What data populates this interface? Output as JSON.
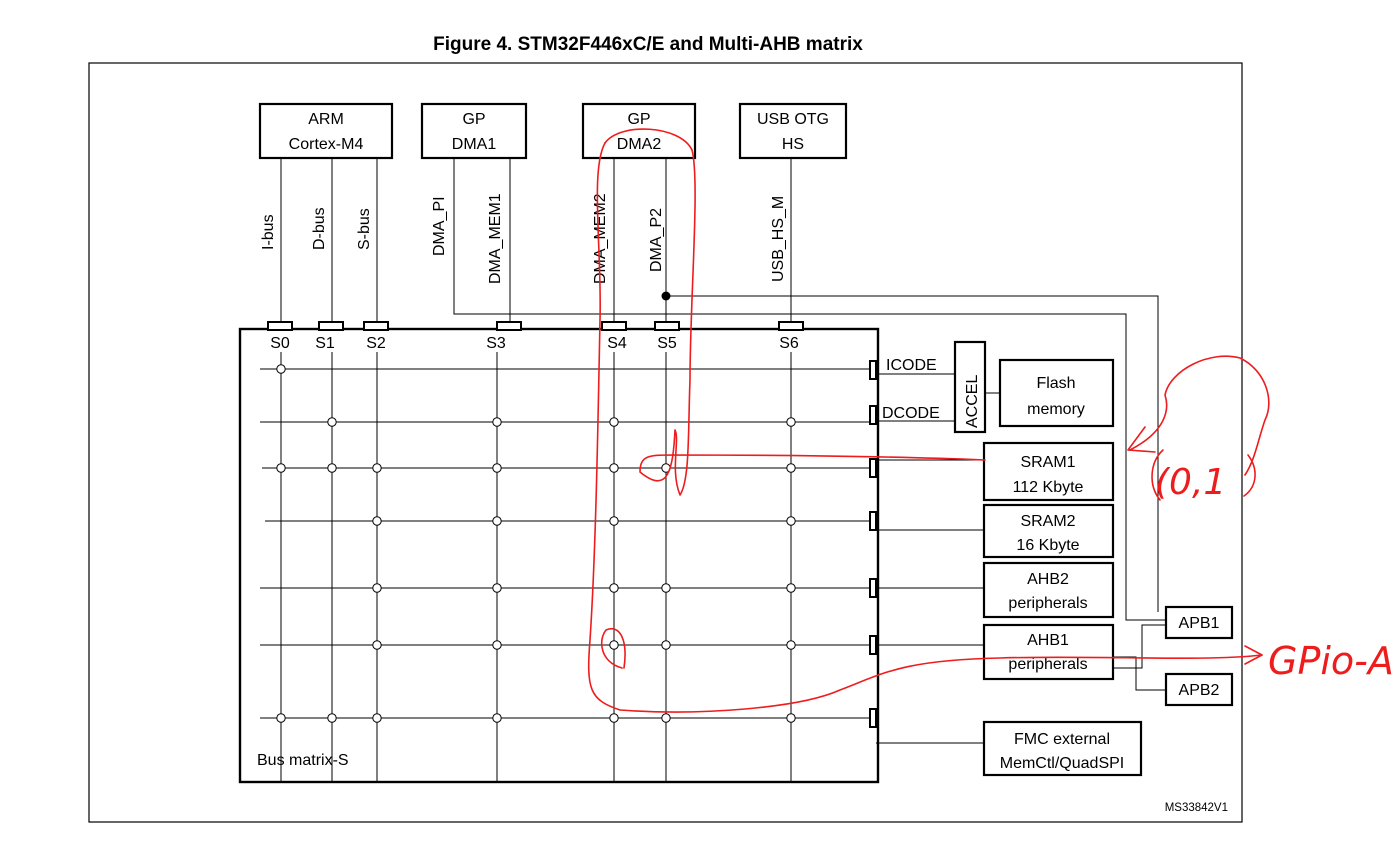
{
  "figure": {
    "title": "Figure 4. STM32F446xC/E and Multi-AHB matrix",
    "diagram_id": "MS33842V1"
  },
  "masters": [
    {
      "id": "cortex",
      "lines": [
        "ARM",
        "Cortex-M4"
      ]
    },
    {
      "id": "dma1",
      "lines": [
        "GP",
        "DMA1"
      ]
    },
    {
      "id": "dma2",
      "lines": [
        "GP",
        "DMA2"
      ]
    },
    {
      "id": "usb",
      "lines": [
        "USB OTG",
        "HS"
      ]
    }
  ],
  "buses": [
    "I-bus",
    "D-bus",
    "S-bus",
    "DMA_PI",
    "DMA_MEM1",
    "DMA_MEM2",
    "DMA_P2",
    "USB_HS_M"
  ],
  "slave_ports": [
    "S0",
    "S1",
    "S2",
    "S3",
    "S4",
    "S5",
    "S6"
  ],
  "matrix_label": "Bus matrix-S",
  "code_buses": [
    "ICODE",
    "DCODE"
  ],
  "accel_label": "ACCEL",
  "slaves": [
    {
      "id": "flash",
      "lines": [
        "Flash",
        "memory"
      ]
    },
    {
      "id": "sram1",
      "lines": [
        "SRAM1",
        "112 Kbyte"
      ]
    },
    {
      "id": "sram2",
      "lines": [
        "SRAM2",
        "16 Kbyte"
      ]
    },
    {
      "id": "ahb2",
      "lines": [
        "AHB2",
        "peripherals"
      ]
    },
    {
      "id": "ahb1",
      "lines": [
        "AHB1",
        "peripherals"
      ]
    },
    {
      "id": "fmc",
      "lines": [
        "FMC external",
        "MemCtl/QuadSPI"
      ]
    }
  ],
  "apb": [
    "APB1",
    "APB2"
  ],
  "handwriting": {
    "note_coord": "(0,1",
    "note_gpio": "GPio-A",
    "color": "#ee1c1c"
  }
}
